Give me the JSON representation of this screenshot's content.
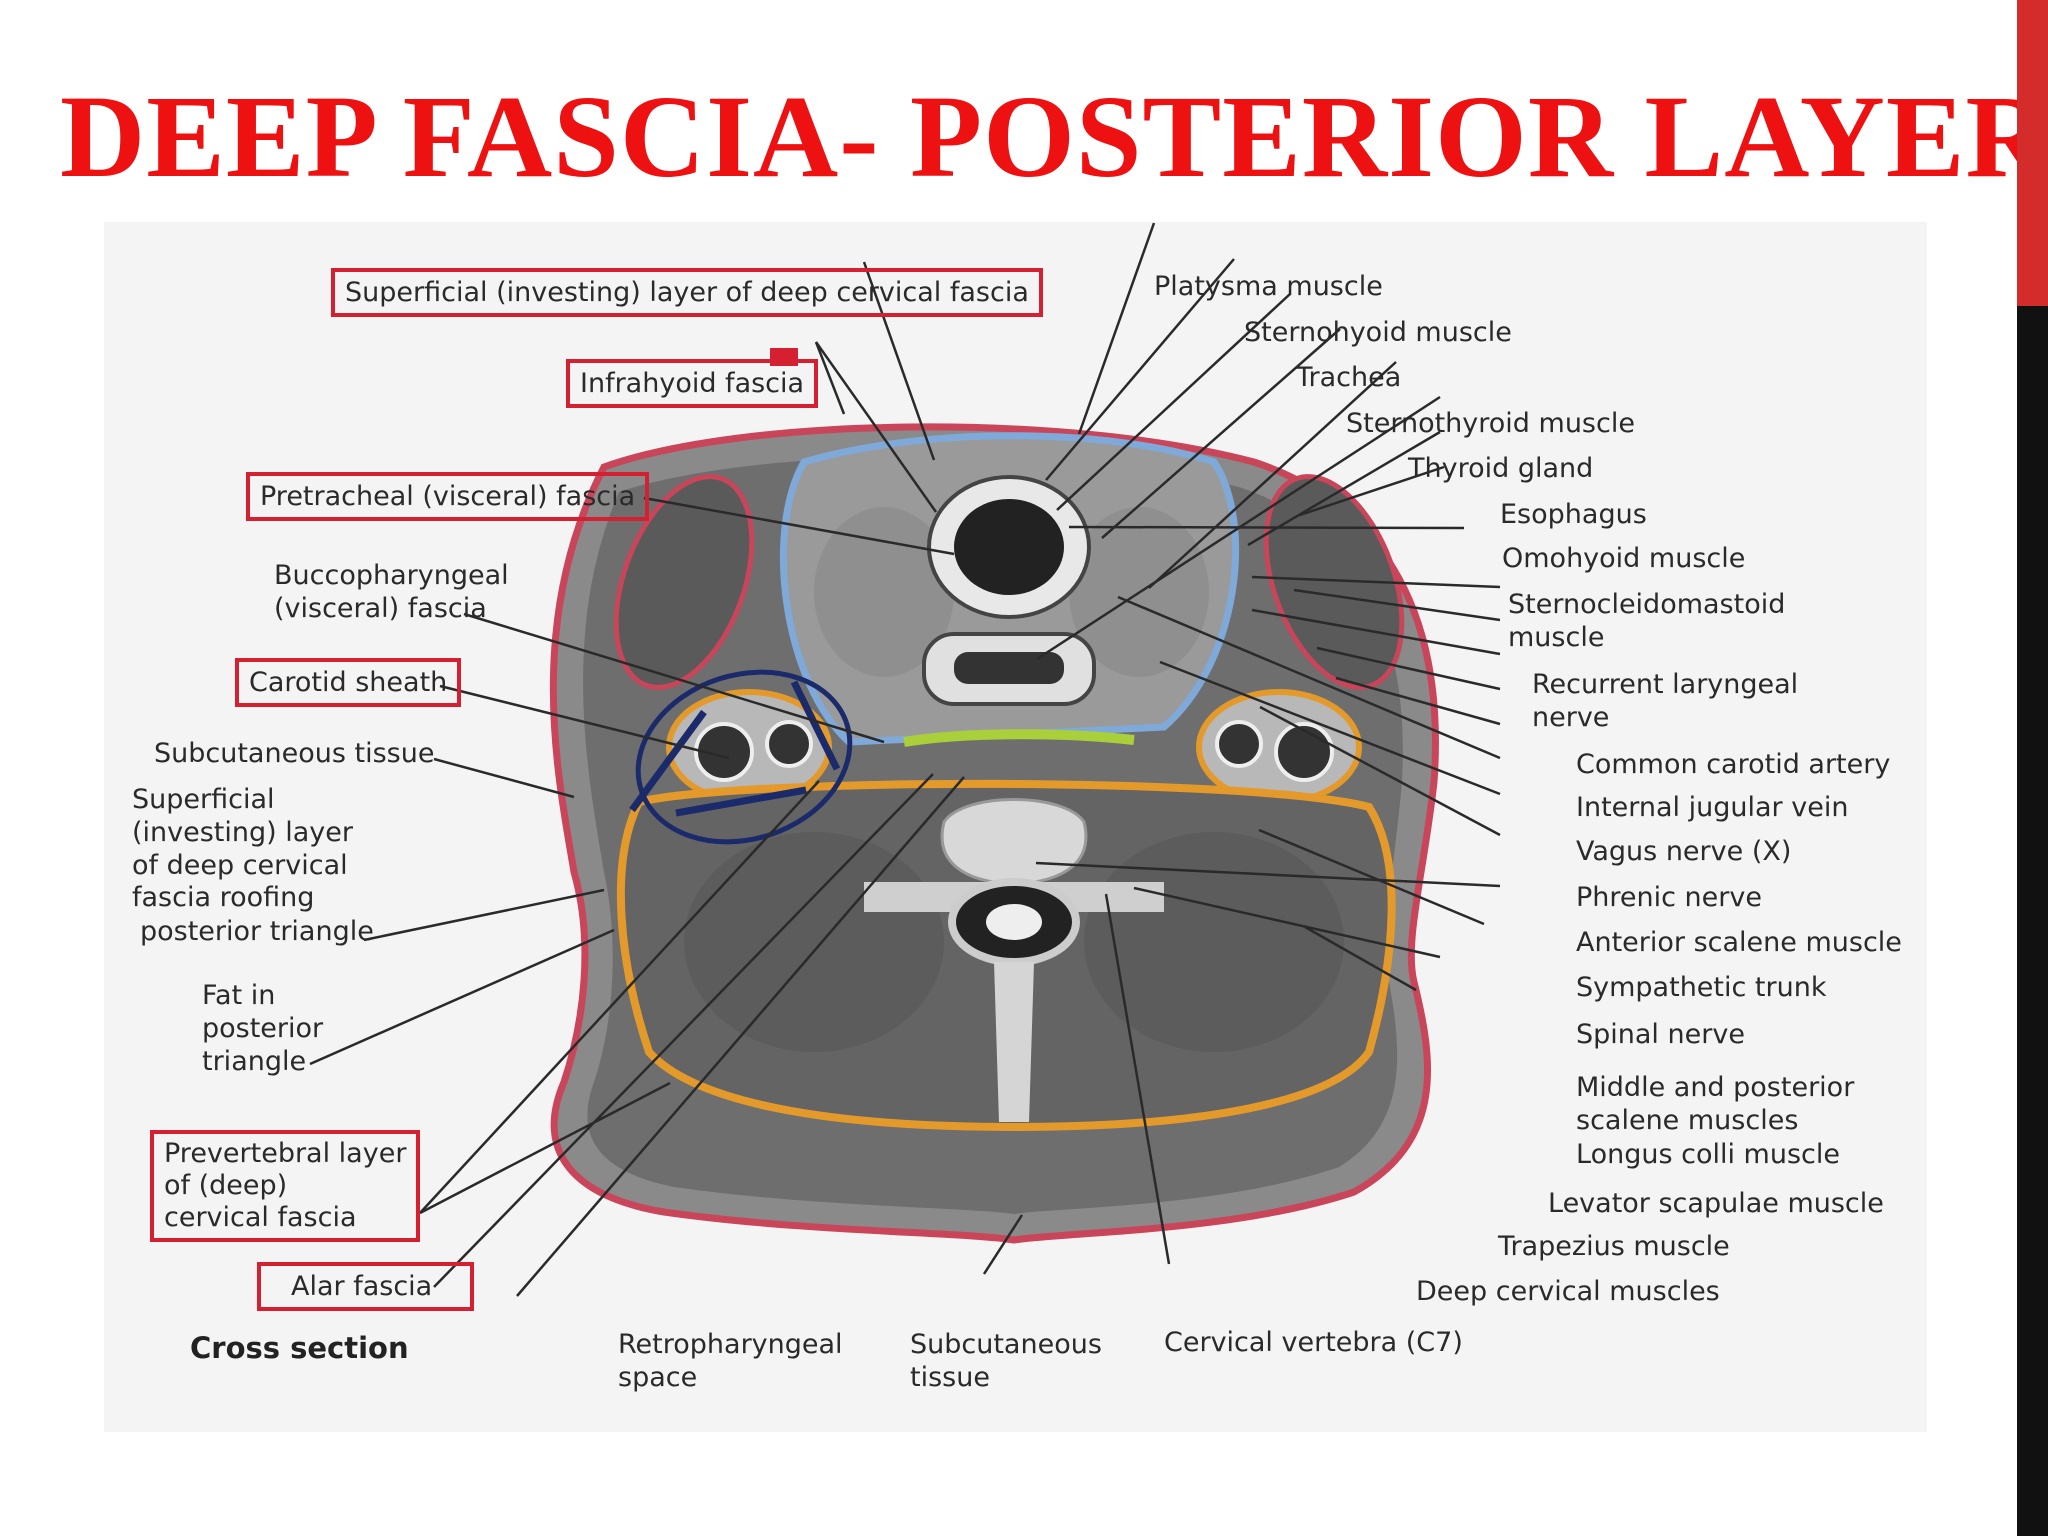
{
  "slide": {
    "title": "DEEP FASCIA- POSTERIOR LAYER",
    "title_color": "#ee1111",
    "accent_colors": [
      "#d42b2b",
      "#111111"
    ]
  },
  "figure": {
    "caption": "Cross section",
    "colors": {
      "investing_fascia": "#c9455a",
      "pretracheal_fascia": "#7fa9d9",
      "prevertebral_fascia": "#e39a2b",
      "buccopharyngeal_fascia": "#a9cf3a",
      "box_outline": "#d42030",
      "annotation_circle": "#1a2a6a"
    },
    "labels_left": {
      "superficial_investing": "Superficial (investing) layer of deep cervical fascia",
      "infrahyoid": "Infrahyoid fascia",
      "pretracheal": "Pretracheal (visceral) fascia",
      "buccopharyngeal_1": "Buccopharyngeal",
      "buccopharyngeal_2": "(visceral) fascia",
      "carotid_sheath": "Carotid sheath",
      "subcutaneous_left": "Subcutaneous tissue",
      "roofing_1": "Superficial",
      "roofing_2": "(investing) layer",
      "roofing_3": "of deep cervical",
      "roofing_4": "fascia roofing",
      "roofing_5": "posterior triangle",
      "fat_1": "Fat in",
      "fat_2": "posterior",
      "fat_3": "triangle",
      "prevertebral_1": "Prevertebral layer",
      "prevertebral_2": "of (deep)",
      "prevertebral_3": "cervical fascia",
      "alar": "Alar fascia"
    },
    "labels_bottom": {
      "retropharyngeal_1": "Retropharyngeal",
      "retropharyngeal_2": "space",
      "subcutaneous_1": "Subcutaneous",
      "subcutaneous_2": "tissue",
      "cervical_vertebra": "Cervical vertebra (C7)"
    },
    "labels_right": {
      "platysma": "Platysma muscle",
      "sternohyoid": "Sternohyoid muscle",
      "trachea": "Trachea",
      "sternothyroid": "Sternothyroid muscle",
      "thyroid": "Thyroid gland",
      "esophagus": "Esophagus",
      "omohyoid": "Omohyoid muscle",
      "scm_1": "Sternocleidomastoid",
      "scm_2": "muscle",
      "recurrent_1": "Recurrent laryngeal",
      "recurrent_2": "nerve",
      "common_carotid": "Common carotid artery",
      "ijv": "Internal jugular vein",
      "vagus": "Vagus nerve (X)",
      "phrenic": "Phrenic nerve",
      "anterior_scalene": "Anterior scalene muscle",
      "sympathetic": "Sympathetic trunk",
      "spinal_nerve": "Spinal nerve",
      "middle_post_1": "Middle and posterior",
      "middle_post_2": "scalene muscles",
      "longus_colli": "Longus colli muscle",
      "levator": "Levator scapulae muscle",
      "trapezius": "Trapezius muscle",
      "deep_cervical": "Deep cervical muscles"
    }
  }
}
